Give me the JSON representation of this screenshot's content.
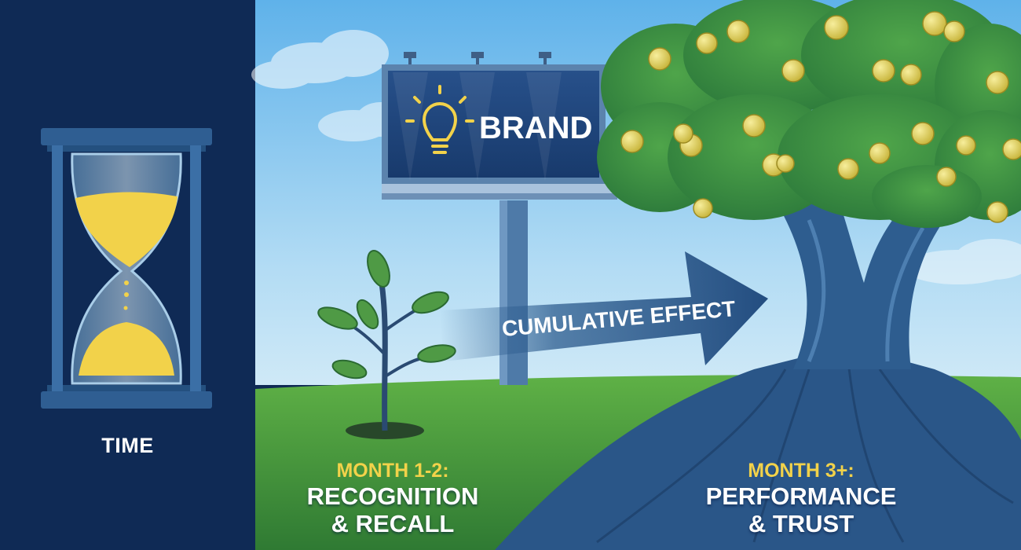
{
  "time_label": "TIME",
  "billboard_text": "BRAND",
  "arrow_label": "CUMULATIVE EFFECT",
  "stages": [
    {
      "month": "MONTH 1-2:",
      "title_line1": "RECOGNITION",
      "title_line2": "& RECALL"
    },
    {
      "month": "MONTH 3+:",
      "title_line1": "PERFORMANCE",
      "title_line2": "& TRUST"
    }
  ],
  "colors": {
    "panel": "#0f2a55",
    "accent_yellow": "#f2d24a",
    "sky": "#8fc8ee",
    "grass": "#57a83e",
    "trunk": "#2e5d8f"
  }
}
